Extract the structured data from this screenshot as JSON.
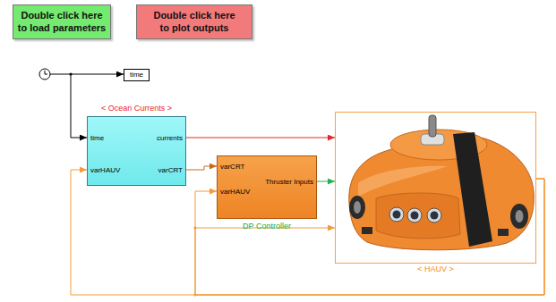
{
  "diagram": {
    "nodes": [
      {
        "text": [
          "Double click here to load parameters"
        ]
      },
      {
        "text": [
          "Double click here to plot outputs"
        ]
      },
      {
        "text": [
          "time"
        ]
      },
      {
        "text": [
          "< Ocean Currents >",
          "time",
          "varHAUV",
          "currents",
          "varCRT"
        ]
      },
      {
        "text": [
          "varCRT",
          "varHAUV",
          "Thruster Inputs",
          "DP Controller"
        ]
      },
      {
        "text": [
          "< HAUV >"
        ]
      }
    ],
    "edges": [
      {
        "from": 3,
        "to": 5,
        "arrow": "to"
      },
      {
        "from": 3,
        "to": 4,
        "arrow": "to"
      },
      {
        "from": 4,
        "to": 5,
        "arrow": "to"
      },
      {
        "from": 5,
        "to": 3,
        "arrow": "to"
      },
      {
        "from": 5,
        "to": 4,
        "arrow": "to"
      },
      {
        "from": 5,
        "to": 5,
        "arrow": "to"
      }
    ]
  }
}
